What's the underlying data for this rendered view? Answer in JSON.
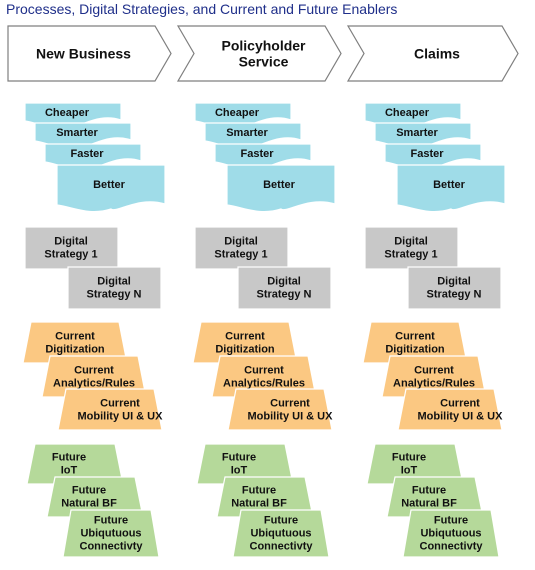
{
  "title": "Processes, Digital Strategies, and Current and Future Enablers",
  "colors": {
    "header_fill": "#ffffff",
    "header_stroke": "#7f7f7f",
    "benefit_fill": "#9fdce8",
    "strategy_fill": "#c8c8c8",
    "current_fill": "#fbc882",
    "future_fill": "#b5d99a"
  },
  "columns": [
    {
      "header": [
        "New Business"
      ],
      "benefits": [
        "Cheaper",
        "Smarter",
        "Faster",
        "Better"
      ],
      "strategies": [
        [
          "Digital",
          "Strategy 1"
        ],
        [
          "Digital",
          "Strategy N"
        ]
      ],
      "current": [
        [
          "Current",
          "Digitization"
        ],
        [
          "Current",
          "Analytics/Rules"
        ],
        [
          "Current",
          "Mobility  UI & UX"
        ]
      ],
      "future": [
        [
          "Future",
          "IoT"
        ],
        [
          "Future",
          "Natural BF"
        ],
        [
          "Future",
          "Ubiqutuous",
          "Connectivty"
        ]
      ]
    },
    {
      "header": [
        "Policyholder",
        "Service"
      ],
      "benefits": [
        "Cheaper",
        "Smarter",
        "Faster",
        "Better"
      ],
      "strategies": [
        [
          "Digital",
          "Strategy 1"
        ],
        [
          "Digital",
          "Strategy N"
        ]
      ],
      "current": [
        [
          "Current",
          "Digitization"
        ],
        [
          "Current",
          "Analytics/Rules"
        ],
        [
          "Current",
          "Mobility  UI & UX"
        ]
      ],
      "future": [
        [
          "Future",
          "IoT"
        ],
        [
          "Future",
          "Natural BF"
        ],
        [
          "Future",
          "Ubiqutuous",
          "Connectivty"
        ]
      ]
    },
    {
      "header": [
        "Claims"
      ],
      "benefits": [
        "Cheaper",
        "Smarter",
        "Faster",
        "Better"
      ],
      "strategies": [
        [
          "Digital",
          "Strategy 1"
        ],
        [
          "Digital",
          "Strategy N"
        ]
      ],
      "current": [
        [
          "Current",
          "Digitization"
        ],
        [
          "Current",
          "Analytics/Rules"
        ],
        [
          "Current",
          "Mobility  UI & UX"
        ]
      ],
      "future": [
        [
          "Future",
          "IoT"
        ],
        [
          "Future",
          "Natural BF"
        ],
        [
          "Future",
          "Ubiqutuous",
          "Connectivty"
        ]
      ]
    }
  ]
}
